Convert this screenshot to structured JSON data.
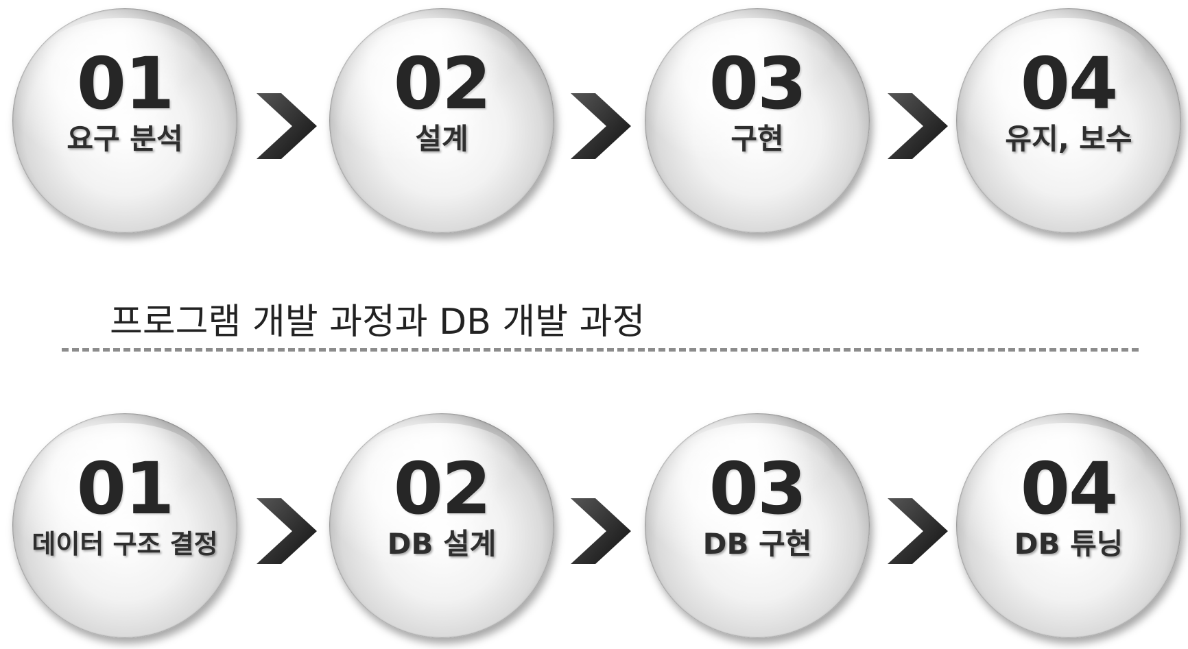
{
  "program_process": {
    "steps": [
      {
        "number": "01",
        "label": "요구 분석"
      },
      {
        "number": "02",
        "label": "설계"
      },
      {
        "number": "03",
        "label": "구현"
      },
      {
        "number": "04",
        "label": "유지, 보수"
      }
    ]
  },
  "caption": "프로그램 개발 과정과 DB 개발 과정",
  "db_process": {
    "steps": [
      {
        "number": "01",
        "label": "데이터 구조 결정"
      },
      {
        "number": "02",
        "label": "DB 설계"
      },
      {
        "number": "03",
        "label": "DB 구현"
      },
      {
        "number": "04",
        "label": "DB 튜닝"
      }
    ]
  },
  "colors": {
    "text": "#2e2e2e",
    "arrow": "#2a2a2a",
    "divider": "#8c8c8c"
  },
  "icons": {
    "arrow": "chevron-right-icon"
  }
}
